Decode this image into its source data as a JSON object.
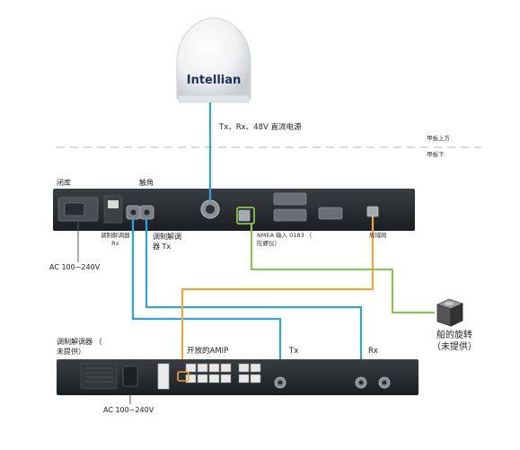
{
  "colors": {
    "blue_cable": "#2ea3dc",
    "orange_cable": "#f4a336",
    "green_cable": "#86c456",
    "chassis": "#26292c",
    "dashed_line": "#b5b5b5"
  },
  "radome": {
    "logo": "Intellian"
  },
  "labels": {
    "cable_label": "Tx、Rx、48V 直流电源",
    "above_deck": "甲板上方",
    "below_deck": "甲板下",
    "power_label": "闭库",
    "antenna_label": "触角",
    "modem_rx_label": "调制解调器\nRx",
    "modem_tx_label": "调制解调\n器 Tx",
    "nmea_label": "NMEA 输入 0183 （\n陀螺仪）",
    "lan_port_label": "局域网",
    "ac_top": "AC 100~240V",
    "gyro_label": "船的旋转\n（未提供）",
    "modem_box_label": "调制解调器 （\n未提供）",
    "amip_label": "开放的AMIP",
    "tx_label": "Tx",
    "rx_label": "Rx",
    "ac_bottom": "AC 100~240V"
  }
}
